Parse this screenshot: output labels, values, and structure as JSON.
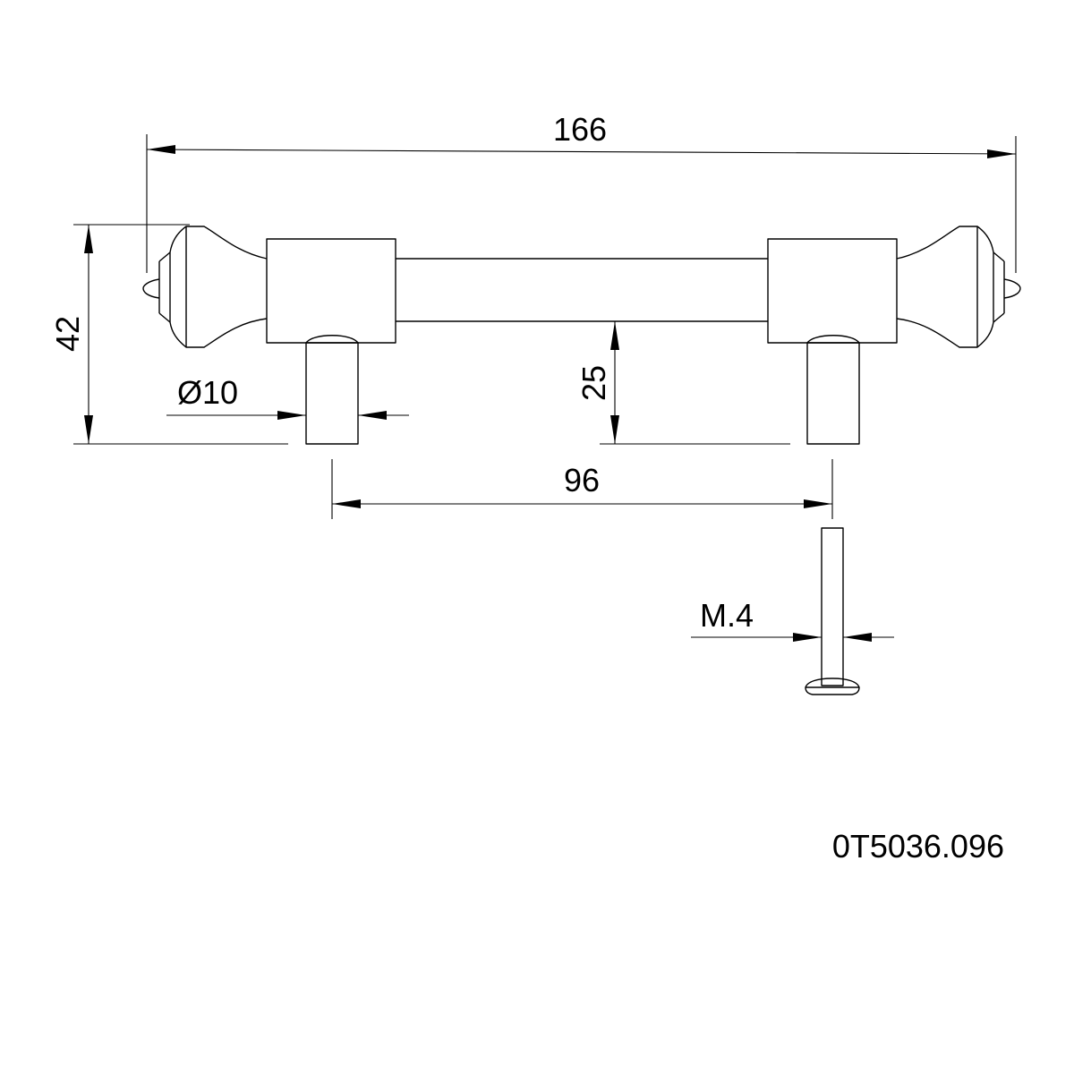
{
  "drawing": {
    "dimensions": {
      "overall_length": "166",
      "height": "42",
      "diameter": "Ø10",
      "clearance": "25",
      "hole_spacing": "96",
      "screw": "M.4"
    },
    "part_number": "0T5036.096",
    "colors": {
      "line": "#000000",
      "background": "#ffffff"
    }
  }
}
